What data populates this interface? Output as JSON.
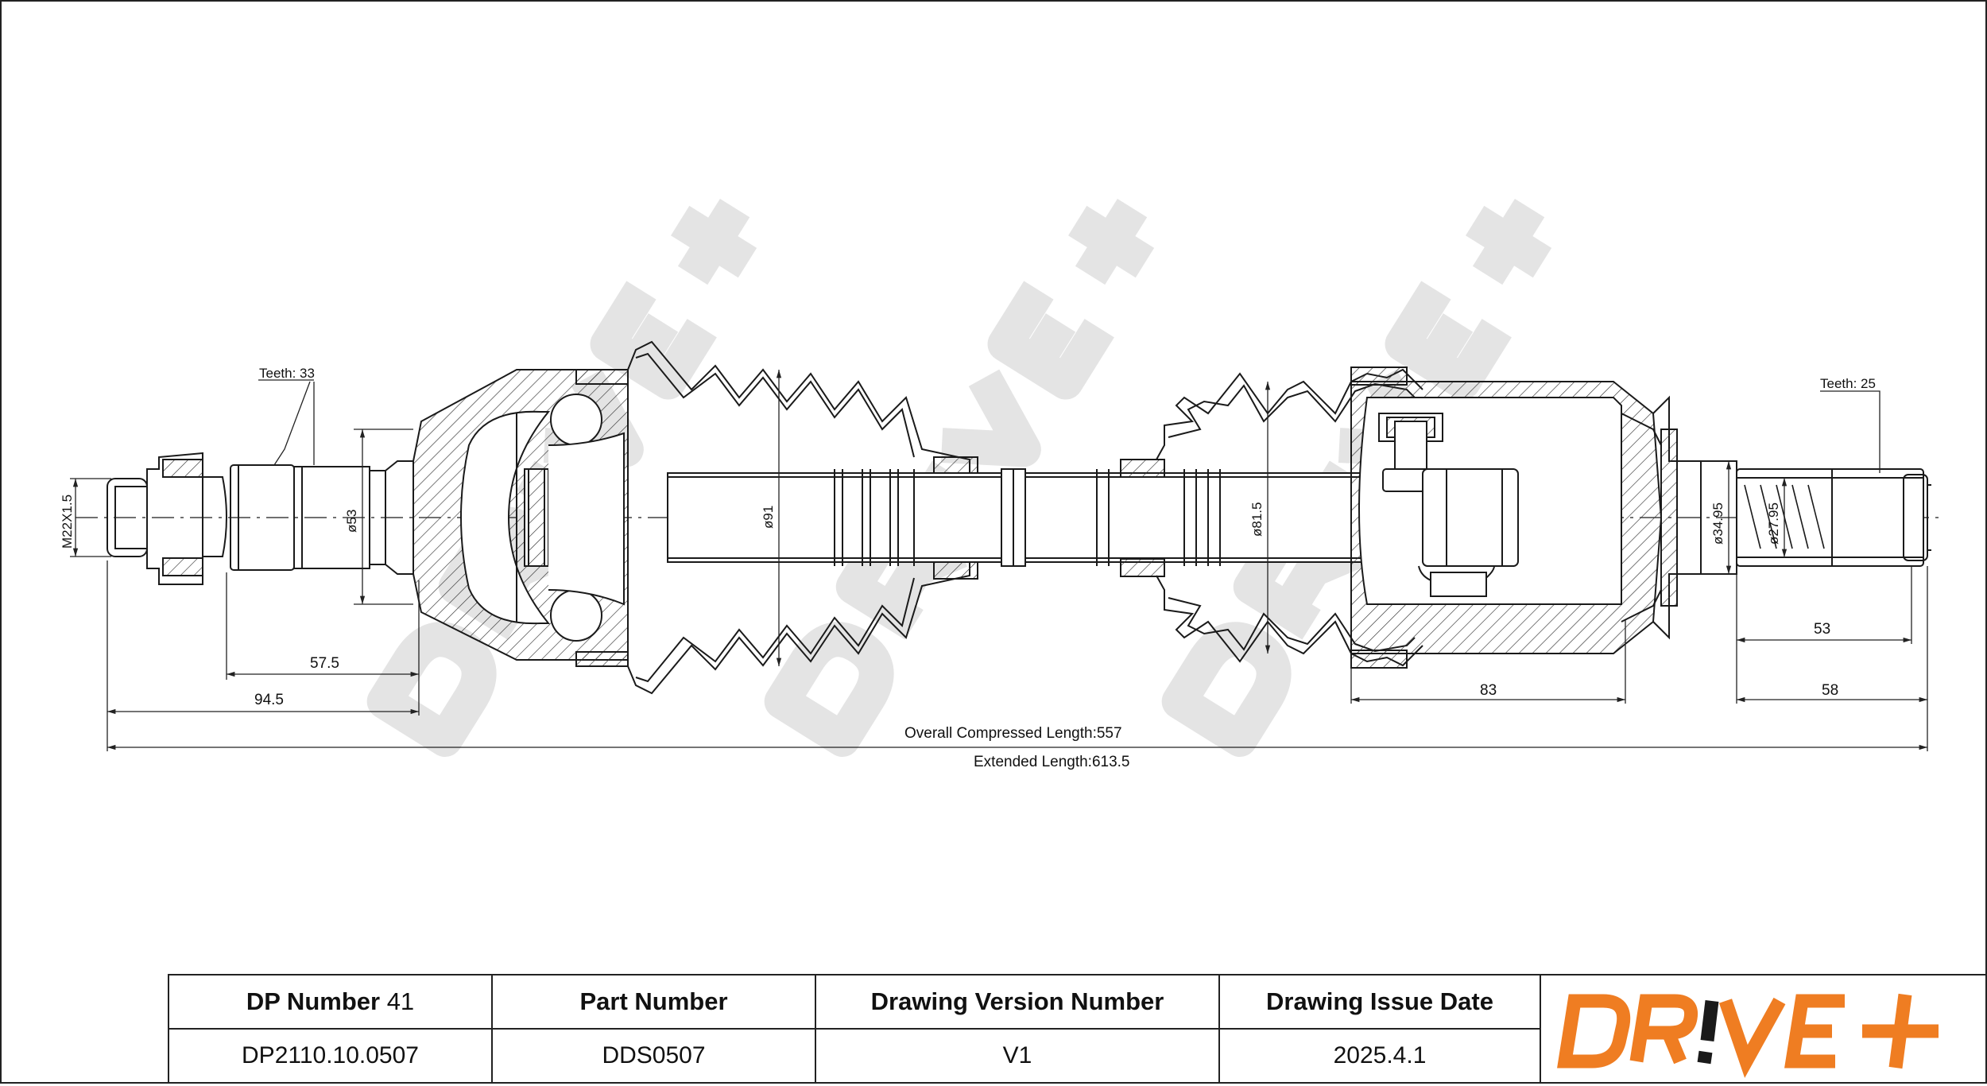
{
  "drawing": {
    "watermark": "DR!VE+",
    "labels": {
      "teeth_left": "Teeth: 33",
      "teeth_right": "Teeth: 25",
      "thread": "M22X1.5",
      "dia_53": "ø53",
      "dia_91": "ø91",
      "dia_81_5": "ø81.5",
      "dia_34_95": "ø34.95",
      "dia_27_95": "ø27.95",
      "len_57_5": "57.5",
      "len_94_5": "94.5",
      "len_83": "83",
      "len_53": "53",
      "len_58": "58",
      "overall_compressed": "Overall Compressed Length:557",
      "extended": "Extended Length:613.5"
    }
  },
  "title_block": {
    "dp_number_label": "DP Number",
    "dp_number_suffix": "41",
    "part_number_label": "Part Number",
    "drawing_version_label": "Drawing Version Number",
    "drawing_issue_label": "Drawing Issue Date",
    "dp_number_value": "DP2110.10.0507",
    "part_number_value": "DDS0507",
    "drawing_version_value": "V1",
    "drawing_issue_value": "2025.4.1",
    "logo_text": "DR!VE+"
  },
  "colors": {
    "line": "#1a1a1a",
    "watermark": "#e6e6e6",
    "logo_orange": "#ef7d22",
    "logo_black": "#1a1a1a"
  }
}
